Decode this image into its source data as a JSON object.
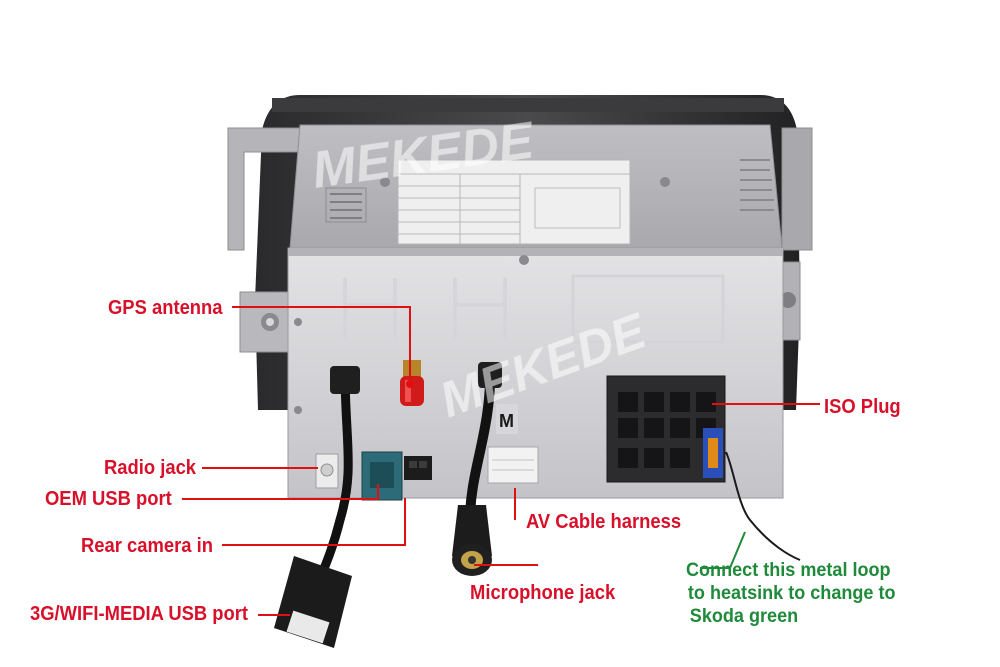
{
  "photo": {
    "watermark": "MEKEDE",
    "connector_marking": "M"
  },
  "labels": {
    "gps_antenna": "GPS antenna",
    "radio_jack": "Radio jack",
    "oem_usb_port": "OEM USB port",
    "rear_camera_in": "Rear camera in",
    "usb_port": "3G/WIFI-MEDIA USB port",
    "av_cable_harness": "AV Cable harness",
    "microphone_jack": "Microphone jack",
    "iso_plug": "ISO Plug"
  },
  "note": {
    "line1": "Connect this metal loop",
    "line2": "to heatsink to change to",
    "line3": "Skoda green"
  },
  "colors": {
    "label_red": "#d8102a",
    "note_green": "#1f8a3a",
    "unit_metal": "#c9c9cc",
    "fakra_teal": "#2d6b78"
  }
}
